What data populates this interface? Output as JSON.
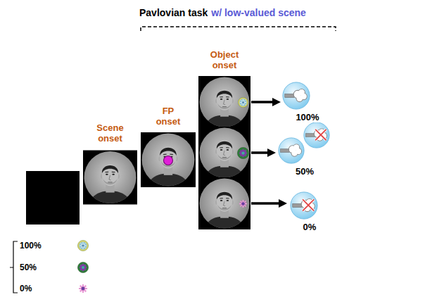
{
  "diagram": {
    "title": "Pavlovian task",
    "nodes": [
      {
        "text": [
          "Scene onset"
        ]
      },
      {
        "text": [
          "FP onset"
        ]
      },
      {
        "text": [
          "Object onset"
        ]
      },
      {
        "text": [
          "100%"
        ]
      },
      {
        "text": [
          "50%"
        ]
      },
      {
        "text": [
          "0%"
        ]
      }
    ],
    "edges": [
      {
        "from": 2,
        "to": 3,
        "arrow": "to"
      }
    ],
    "labels": [
      "w/ low-valued scene"
    ],
    "legend": [
      {
        "text": "100%"
      },
      {
        "text": "50%"
      },
      {
        "text": "0%"
      }
    ]
  }
}
